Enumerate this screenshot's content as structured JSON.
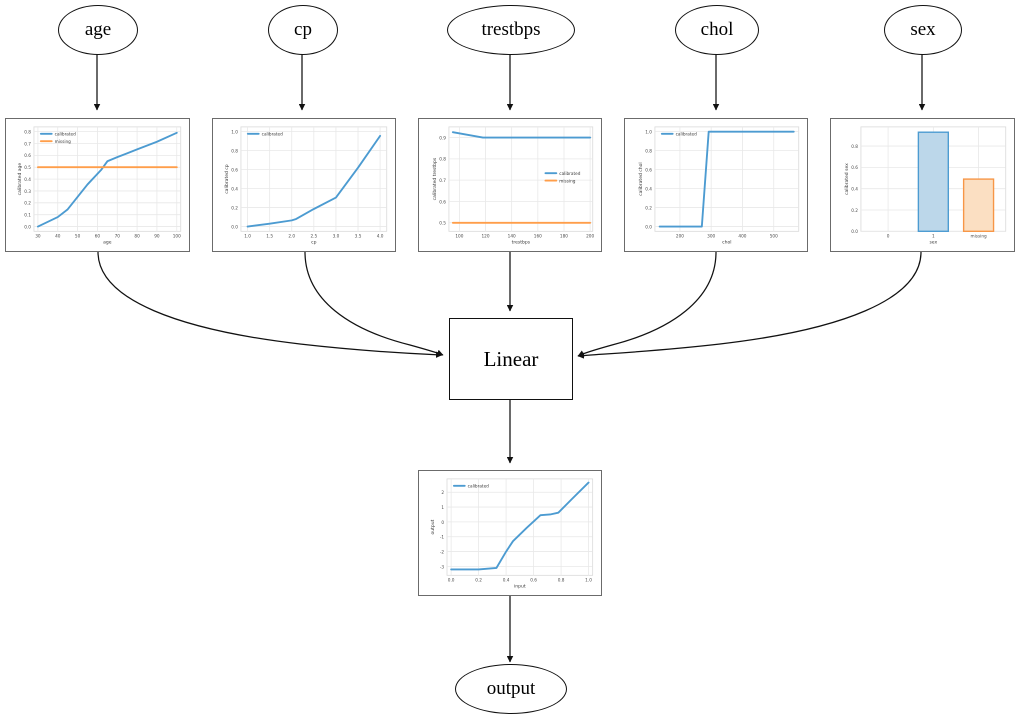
{
  "diagram": {
    "title": "calibrated-linear-model-graph",
    "input_nodes": [
      {
        "id": "age",
        "label": "age"
      },
      {
        "id": "cp",
        "label": "cp"
      },
      {
        "id": "trestbps",
        "label": "trestbps"
      },
      {
        "id": "chol",
        "label": "chol"
      },
      {
        "id": "sex",
        "label": "sex"
      }
    ],
    "middle_node": {
      "id": "linear",
      "label": "Linear"
    },
    "output_node": {
      "id": "output",
      "label": "output"
    },
    "colors": {
      "calibrated": "#4c9bd1",
      "missing": "#ff9e4a",
      "bar_blue_fill": "#bcd7ea",
      "bar_orange_fill": "#fbdfc2",
      "edge": "#111111",
      "panel_border": "#6b6b6b"
    },
    "legend_labels": {
      "calibrated": "calibrated",
      "missing": "missing"
    }
  },
  "chart_data": [
    {
      "id": "age",
      "type": "line",
      "title": "",
      "xlabel": "age",
      "ylabel": "calibrated age",
      "xlim": [
        28,
        102
      ],
      "ylim": [
        -0.04,
        0.84
      ],
      "xticks": [
        30,
        40,
        50,
        60,
        70,
        80,
        90,
        100
      ],
      "yticks": [
        0.0,
        0.1,
        0.2,
        0.3,
        0.4,
        0.5,
        0.6,
        0.7,
        0.8
      ],
      "grid": true,
      "legend_position": "upper-left",
      "series": [
        {
          "name": "calibrated",
          "color": "#4c9bd1",
          "x": [
            30,
            40,
            45,
            55,
            62,
            65,
            70,
            80,
            90,
            100
          ],
          "y": [
            0.0,
            0.08,
            0.145,
            0.355,
            0.48,
            0.55,
            0.585,
            0.65,
            0.715,
            0.79
          ]
        },
        {
          "name": "missing",
          "color": "#ff9e4a",
          "x": [
            30,
            100
          ],
          "y": [
            0.5,
            0.5
          ]
        }
      ]
    },
    {
      "id": "cp",
      "type": "line",
      "title": "",
      "xlabel": "cp",
      "ylabel": "calibrated cp",
      "xlim": [
        0.85,
        4.15
      ],
      "ylim": [
        -0.05,
        1.05
      ],
      "xticks": [
        1.0,
        1.5,
        2.0,
        2.5,
        3.0,
        3.5,
        4.0
      ],
      "yticks": [
        0.0,
        0.2,
        0.4,
        0.6,
        0.8,
        1.0
      ],
      "grid": true,
      "legend_position": "upper-left",
      "series": [
        {
          "name": "calibrated",
          "color": "#4c9bd1",
          "x": [
            1.0,
            1.5,
            2.0,
            2.1,
            2.5,
            3.0,
            3.5,
            4.0
          ],
          "y": [
            0.0,
            0.03,
            0.065,
            0.08,
            0.185,
            0.305,
            0.62,
            0.955
          ]
        }
      ]
    },
    {
      "id": "trestbps",
      "type": "line",
      "title": "",
      "xlabel": "trestbps",
      "ylabel": "calibrated trestbps",
      "xlim": [
        92,
        202
      ],
      "ylim": [
        0.46,
        0.95
      ],
      "xticks": [
        100,
        120,
        140,
        160,
        180,
        200
      ],
      "yticks": [
        0.5,
        0.6,
        0.7,
        0.8,
        0.9
      ],
      "grid": true,
      "legend_position": "center-right",
      "series": [
        {
          "name": "calibrated",
          "color": "#4c9bd1",
          "x": [
            95,
            118,
            200
          ],
          "y": [
            0.925,
            0.9,
            0.9
          ]
        },
        {
          "name": "missing",
          "color": "#ff9e4a",
          "x": [
            95,
            200
          ],
          "y": [
            0.5,
            0.5
          ]
        }
      ]
    },
    {
      "id": "chol",
      "type": "line",
      "title": "",
      "xlabel": "chol",
      "ylabel": "calibrated chol",
      "xlim": [
        120,
        580
      ],
      "ylim": [
        -0.05,
        1.05
      ],
      "xticks": [
        200,
        300,
        400,
        500
      ],
      "yticks": [
        0.0,
        0.2,
        0.4,
        0.6,
        0.8,
        1.0
      ],
      "grid": true,
      "legend_position": "upper-left",
      "series": [
        {
          "name": "calibrated",
          "color": "#4c9bd1",
          "x": [
            135,
            270,
            292,
            564
          ],
          "y": [
            0.0,
            0.0,
            1.0,
            1.0
          ]
        }
      ]
    },
    {
      "id": "sex",
      "type": "bar",
      "title": "",
      "xlabel": "sex",
      "ylabel": "calibrated sex",
      "categories": [
        "0",
        "1",
        "missing"
      ],
      "values": [
        0.0,
        0.93,
        0.49
      ],
      "bar_colors": [
        "#bcd7ea",
        "#bcd7ea",
        "#fbdfc2"
      ],
      "ylim": [
        0.0,
        0.98
      ],
      "yticks": [
        0.0,
        0.2,
        0.4,
        0.6,
        0.8
      ],
      "grid": true,
      "legend_position": "none"
    },
    {
      "id": "output",
      "type": "line",
      "title": "",
      "xlabel": "input",
      "ylabel": "output",
      "xlim": [
        -0.03,
        1.03
      ],
      "ylim": [
        -3.6,
        2.9
      ],
      "xticks": [
        0.0,
        0.2,
        0.4,
        0.6,
        0.8,
        1.0
      ],
      "yticks": [
        -3,
        -2,
        -1,
        0,
        1,
        2
      ],
      "grid": true,
      "legend_position": "upper-left",
      "series": [
        {
          "name": "calibrated",
          "color": "#4c9bd1",
          "x": [
            0.0,
            0.2,
            0.33,
            0.4,
            0.45,
            0.55,
            0.65,
            0.72,
            0.78,
            0.88,
            1.0
          ],
          "y": [
            -3.2,
            -3.2,
            -3.1,
            -2.0,
            -1.3,
            -0.4,
            0.45,
            0.5,
            0.62,
            1.55,
            2.65
          ]
        }
      ]
    }
  ]
}
